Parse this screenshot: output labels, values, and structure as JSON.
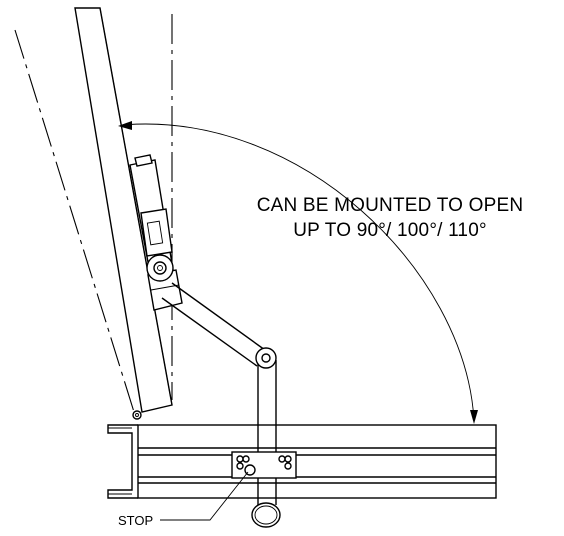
{
  "annotation": {
    "line1": "CAN BE MOUNTED TO OPEN",
    "line2": "UP TO 90°/ 100°/ 110°"
  },
  "labels": {
    "stop": "STOP"
  }
}
